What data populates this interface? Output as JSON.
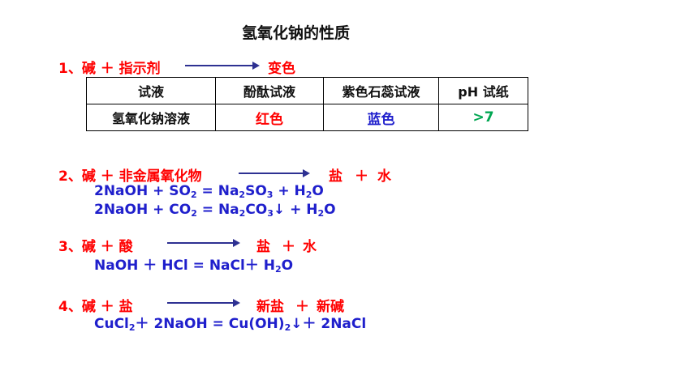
{
  "title": "氢氧化钠的性质",
  "section1": {
    "num": "1、碱 ＋ 指示剂",
    "result": "变色",
    "table": {
      "headers": [
        "试液",
        "酚酞试液",
        "紫色石蕊试液",
        "pH 试纸"
      ],
      "row_label": "氢氧化钠溶液",
      "values": [
        "红色",
        "蓝色",
        ">7"
      ]
    }
  },
  "section2": {
    "label": "2、碱 ＋ 非金属氧化物",
    "r1": "盐",
    "plus": "＋",
    "r2": "水",
    "eq1": {
      "a": "2NaOH + SO",
      "s1": "2",
      "b": " = Na",
      "s2": "2",
      "c": "SO",
      "s3": "3",
      "d": " + H",
      "s4": "2",
      "e": "O"
    },
    "eq2": {
      "a": "2NaOH + CO",
      "s1": "2",
      "b": " = Na",
      "s2": "2",
      "c": "CO",
      "s3": "3",
      "d": "↓ + H",
      "s4": "2",
      "e": "O"
    }
  },
  "section3": {
    "label": "3、碱 ＋ 酸",
    "r1": "盐",
    "plus": "＋",
    "r2": "水",
    "eq": "NaOH ＋ HCl =  NaCl＋ H",
    "eq_sub": "2",
    "eq_end": "O"
  },
  "section4": {
    "label": "4、碱 ＋ 盐",
    "r1": "新盐",
    "plus": "＋",
    "r2": "新碱",
    "eq": {
      "a": "CuCl",
      "s1": "2",
      "b": "＋ 2NaOH  =  Cu(OH)",
      "s2": "2",
      "c": "↓＋  2NaCl"
    }
  }
}
